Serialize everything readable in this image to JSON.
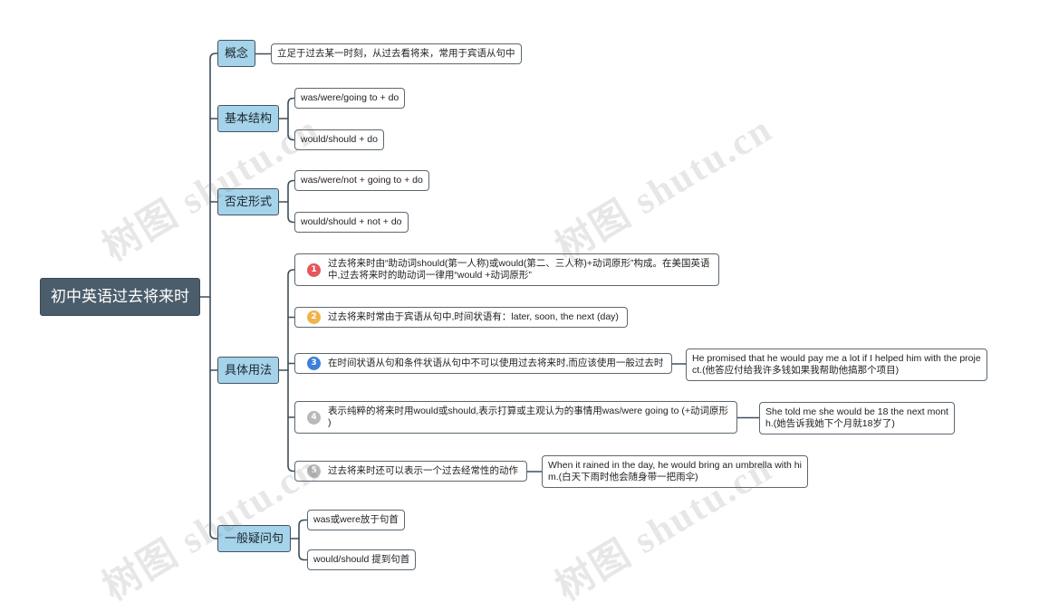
{
  "mindmap": {
    "root": "初中英语过去将来时",
    "branches": [
      {
        "label": "概念",
        "children": [
          {
            "lines": [
              "立足于过去某一时刻，从过去看将来，常用于宾语从句中"
            ]
          }
        ]
      },
      {
        "label": "基本结构",
        "children": [
          {
            "lines": [
              "was/were/going to + do"
            ]
          },
          {
            "lines": [
              "would/should + do"
            ]
          }
        ]
      },
      {
        "label": "否定形式",
        "children": [
          {
            "lines": [
              "was/were/not + going to + do"
            ]
          },
          {
            "lines": [
              "would/should + not + do"
            ]
          }
        ]
      },
      {
        "label": "具体用法",
        "children": [
          {
            "marker": {
              "number": "1",
              "color": "#e5575b"
            },
            "lines": [
              "过去将来时由“助动词should(第一人称)或would(第二、三人称)+动词原形”构成。在美国英语",
              "中,过去将来时的助动词一律用“would +动词原形”"
            ]
          },
          {
            "marker": {
              "number": "2",
              "color": "#f0b44c"
            },
            "lines": [
              "过去将来时常由于宾语从句中,时间状语有：later, soon, the next (day)"
            ]
          },
          {
            "marker": {
              "number": "3",
              "color": "#3f7fd8"
            },
            "lines": [
              "在时间状语从句和条件状语从句中不可以使用过去将来时,而应该使用一般过去时"
            ],
            "example": {
              "lines": [
                "He promised that he would pay me a lot if I helped him with the proje",
                "ct.(他答应付给我许多钱如果我帮助他搞那个项目)"
              ]
            }
          },
          {
            "marker": {
              "number": "4",
              "color": "#b9b9b9"
            },
            "lines": [
              "表示纯粹的将来时用would或should,表示打算或主观认为的事情用was/were going to (+动词原形",
              ")"
            ],
            "example": {
              "lines": [
                "She told me she would be 18 the next mont",
                "h.(她告诉我她下个月就18岁了)"
              ]
            }
          },
          {
            "marker": {
              "number": "5",
              "color": "#b9b9b9"
            },
            "lines": [
              "过去将来时还可以表示一个过去经常性的动作"
            ],
            "example": {
              "lines": [
                "When it rained in the day, he would bring an umbrella with hi",
                "m.(白天下雨时他会随身带一把雨伞)"
              ]
            }
          }
        ]
      },
      {
        "label": "一般疑问句",
        "children": [
          {
            "lines": [
              "was或were放于句首"
            ]
          },
          {
            "lines": [
              "would/should 提到句首"
            ]
          }
        ]
      }
    ]
  },
  "watermark": {
    "text": "树图 shutu.cn"
  },
  "colors": {
    "root_fill": "#4b5d6b",
    "branch_fill": "#a4d3ea",
    "connector": "#3f4f5b"
  }
}
